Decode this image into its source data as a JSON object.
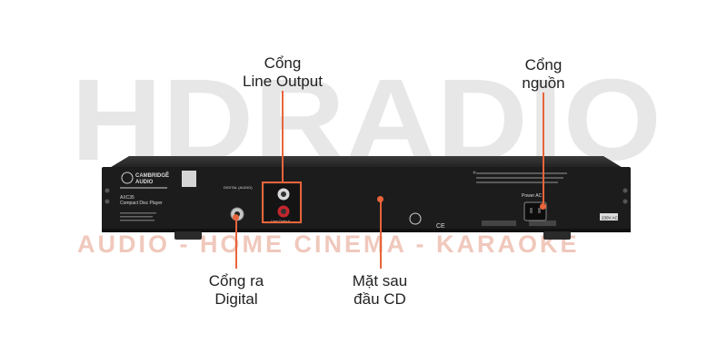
{
  "watermark": {
    "main": "HDRADIO",
    "sub": "AUDIO - HOME CINEMA - KARAOKE",
    "color_dark": "#e6e6e6",
    "color_accent": "#f3d6cc"
  },
  "device": {
    "brand_line1": "CAMBRIDGE",
    "brand_line2": "AUDIO",
    "model": "AXC35",
    "product": "Compact Disc Player",
    "digital_label": "DIGITAL (AUDIO)",
    "line_output_label": "Line Output",
    "power_label": "Power AC",
    "rating_label": "230V AC"
  },
  "callouts": {
    "line_output": [
      "Cổng",
      "Line Output"
    ],
    "power": [
      "Cổng",
      "nguồn"
    ],
    "digital": [
      "Cổng ra",
      "Digital"
    ],
    "rear_panel": [
      "Mặt sau",
      "đầu CD"
    ]
  },
  "colors": {
    "accent": "#e8643a",
    "chassis": "#1c1c1c",
    "text": "#222222"
  }
}
